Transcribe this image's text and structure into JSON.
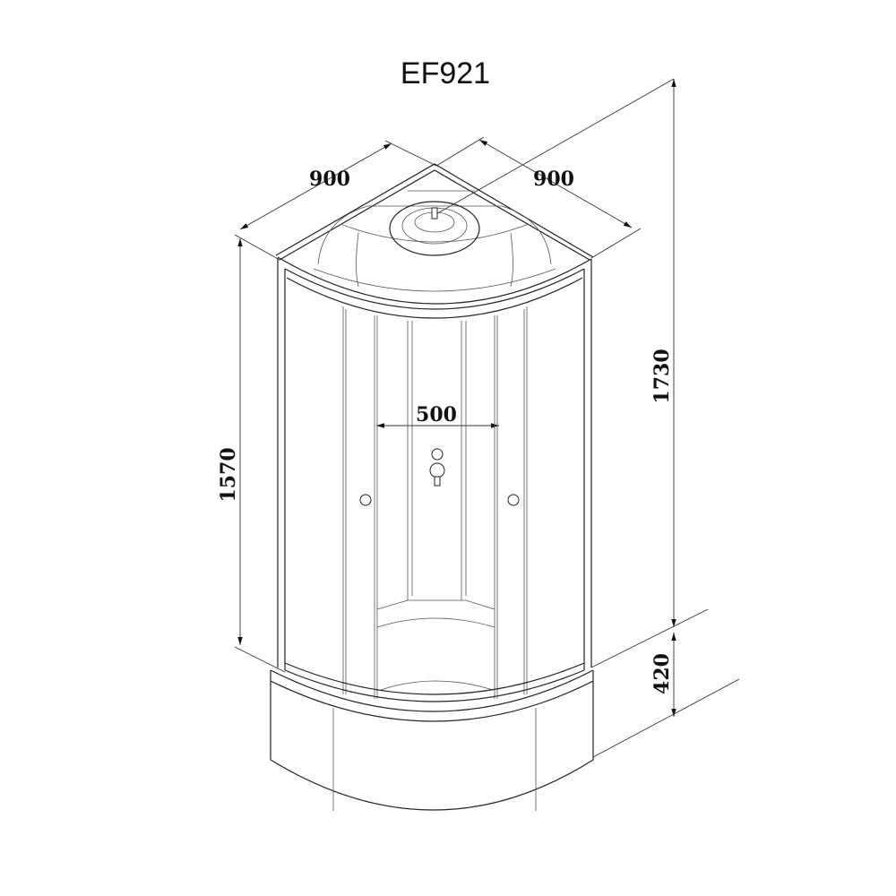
{
  "title": "EF921",
  "dimensions": {
    "width_left": "900",
    "width_right": "900",
    "door_opening": "500",
    "cabin_height": "1570",
    "total_height": "1730",
    "tray_height": "420"
  }
}
